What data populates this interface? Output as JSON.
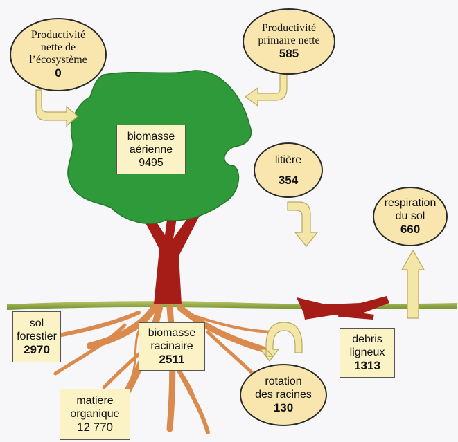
{
  "nodes": {
    "productivite_nette_ecosysteme": {
      "label_lines": [
        "Productivité",
        "nette de",
        "l’écosystème"
      ],
      "value": "0"
    },
    "productivite_primaire_nette": {
      "label_lines": [
        "Productivité",
        "primaire nette"
      ],
      "value": "585"
    },
    "biomasse_aerienne": {
      "label_lines": [
        "biomasse",
        "aérienne"
      ],
      "value": "9495"
    },
    "litiere": {
      "label_lines": [
        "litière"
      ],
      "value": "354"
    },
    "respiration_du_sol": {
      "label_lines": [
        "respiration",
        "du sol"
      ],
      "value": "660"
    },
    "sol_forestier": {
      "label_lines": [
        "sol",
        "forestier"
      ],
      "value": "2970"
    },
    "biomasse_racinaire": {
      "label_lines": [
        "biomasse",
        "racinaire"
      ],
      "value": "2511"
    },
    "debris_ligneux": {
      "label_lines": [
        "debris",
        "ligneux"
      ],
      "value": "1313"
    },
    "rotation_des_racines": {
      "label_lines": [
        "rotation",
        "des racines"
      ],
      "value": "130"
    },
    "matiere_organique": {
      "label_lines": [
        "matiere",
        "organique"
      ],
      "value": "12 770"
    }
  },
  "colors": {
    "canopy": "#2f9a3a",
    "trunk": "#a51d16",
    "roots": "#d98a4c",
    "ground": "#8aa53a",
    "ellipse_fill": "#f8e6ae",
    "box_fill": "#fbf3c6",
    "arrow_fill": "#f3e6a6"
  }
}
